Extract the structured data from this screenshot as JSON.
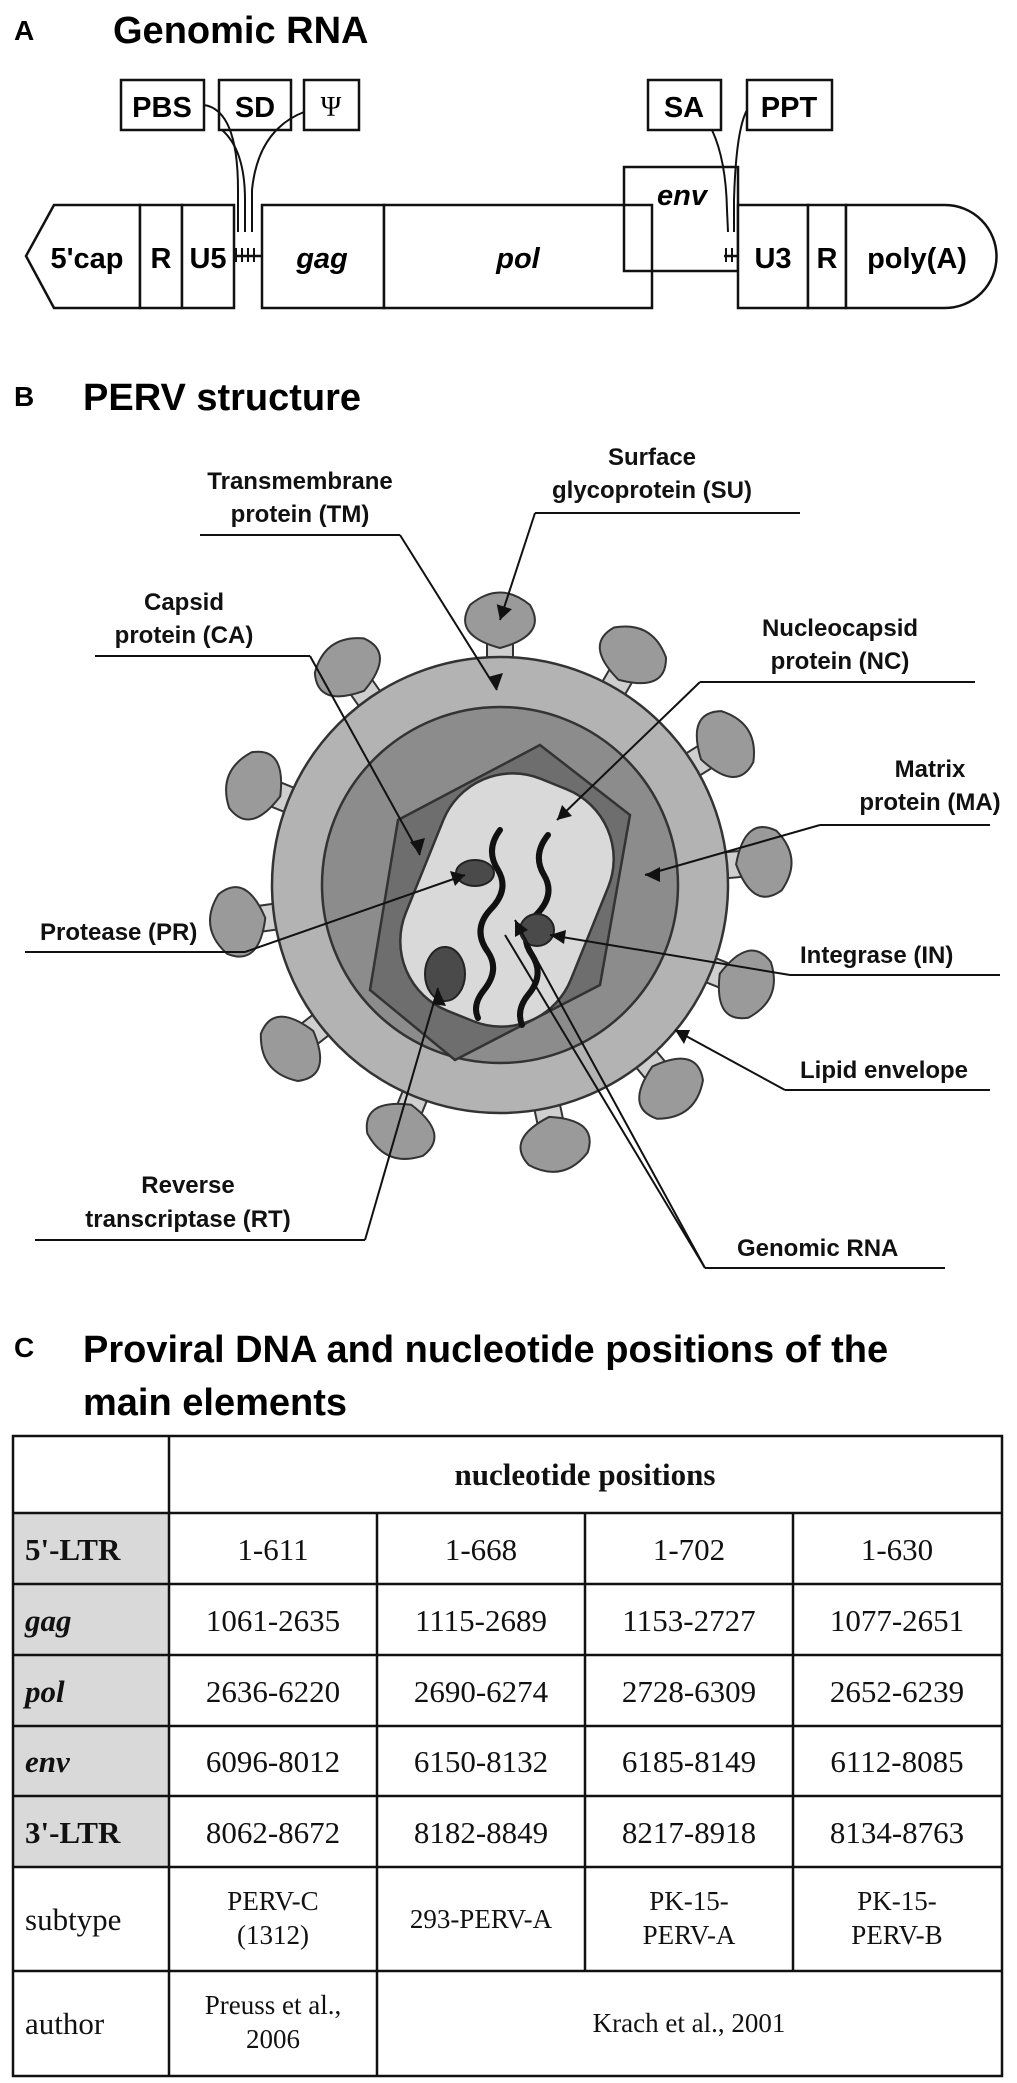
{
  "panel_a": {
    "letter": "A",
    "title": "Genomic RNA",
    "segments": {
      "cap5": "5'cap",
      "r_left": "R",
      "u5": "U5",
      "gag": "gag",
      "pol": "pol",
      "env": "env",
      "u3": "U3",
      "r_right": "R",
      "polya": "poly(A)"
    },
    "markers": {
      "pbs": "PBS",
      "sd": "SD",
      "psi": "Ψ",
      "sa": "SA",
      "ppt": "PPT"
    }
  },
  "panel_b": {
    "letter": "B",
    "title": "PERV structure",
    "labels": {
      "su_line1": "Surface",
      "su_line2": "glycoprotein (SU)",
      "tm_line1": "Transmembrane",
      "tm_line2": "protein (TM)",
      "ca_line1": "Capsid",
      "ca_line2": "protein (CA)",
      "nc_line1": "Nucleocapsid",
      "nc_line2": "protein (NC)",
      "ma_line1": "Matrix",
      "ma_line2": "protein (MA)",
      "pr": "Protease (PR)",
      "in": "Integrase (IN)",
      "lipid": "Lipid envelope",
      "rt_line1": "Reverse",
      "rt_line2": "transcriptase (RT)",
      "rna": "Genomic RNA"
    }
  },
  "panel_c": {
    "letter": "C",
    "title_line1": "Proviral DNA and nucleotide positions of the",
    "title_line2": "main elements",
    "header": "nucleotide positions",
    "rows": [
      {
        "label": "5'-LTR",
        "values": [
          "1-611",
          "1-668",
          "1-702",
          "1-630"
        ]
      },
      {
        "label": "gag",
        "values": [
          "1061-2635",
          "1115-2689",
          "1153-2727",
          "1077-2651"
        ]
      },
      {
        "label": "pol",
        "values": [
          "2636-6220",
          "2690-6274",
          "2728-6309",
          "2652-6239"
        ]
      },
      {
        "label": "env",
        "values": [
          "6096-8012",
          "6150-8132",
          "6185-8149",
          "6112-8085"
        ]
      },
      {
        "label": "3'-LTR",
        "values": [
          "8062-8672",
          "8182-8849",
          "8217-8918",
          "8134-8763"
        ]
      }
    ],
    "subtype_label": "subtype",
    "subtypes": {
      "c1_line1": "PERV-C",
      "c1_line2": "(1312)",
      "c2": "293-PERV-A",
      "c3_line1": "PK-15-",
      "c3_line2": "PERV-A",
      "c4_line1": "PK-15-",
      "c4_line2": "PERV-B"
    },
    "author_label": "author",
    "authors": {
      "a1_line1": "Preuss et al.,",
      "a1_line2": "2006",
      "a2": "Krach et al., 2001"
    }
  },
  "colors": {
    "outer_envelope": "#b3b3b3",
    "matrix": "#8c8c8c",
    "capsid": "#6e6e6e",
    "core": "#d9d9d9",
    "protein_dark": "#4a4a4a",
    "spike": "#9a9a9a",
    "stalk": "#cfcfcf",
    "label_cell": "#d9d9d9"
  }
}
